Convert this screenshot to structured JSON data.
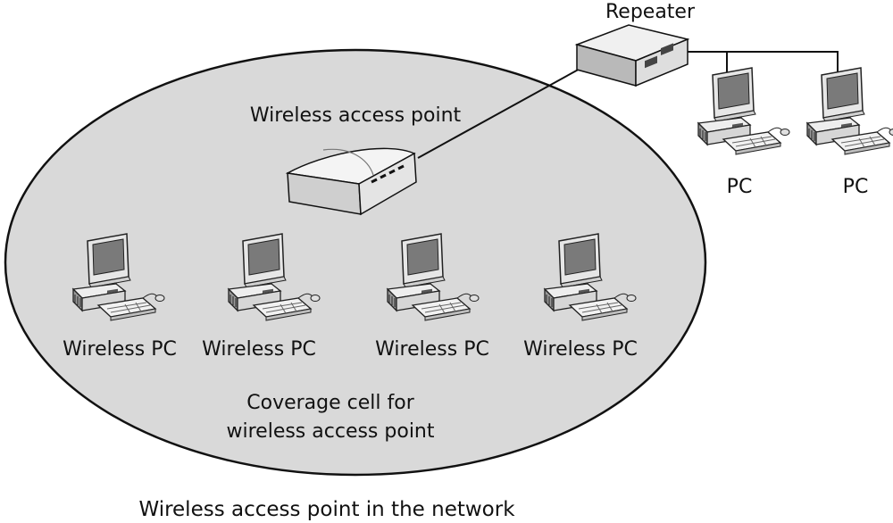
{
  "diagram": {
    "caption": "Wireless access point in the network",
    "coverage_label_line1": "Coverage cell for",
    "coverage_label_line2": "wireless access point",
    "access_point_label": "Wireless access point",
    "repeater_label": "Repeater",
    "wired_pcs": [
      {
        "label": "PC"
      },
      {
        "label": "PC"
      }
    ],
    "wireless_pcs": [
      {
        "label": "Wireless PC"
      },
      {
        "label": "Wireless PC"
      },
      {
        "label": "Wireless PC"
      },
      {
        "label": "Wireless PC"
      }
    ],
    "icons": {
      "access_point": "wireless-access-point-icon",
      "repeater": "repeater-icon",
      "pc": "desktop-pc-icon"
    },
    "colors": {
      "coverage_fill": "#d9d9d9",
      "outline": "#111111",
      "background": "#ffffff"
    }
  }
}
